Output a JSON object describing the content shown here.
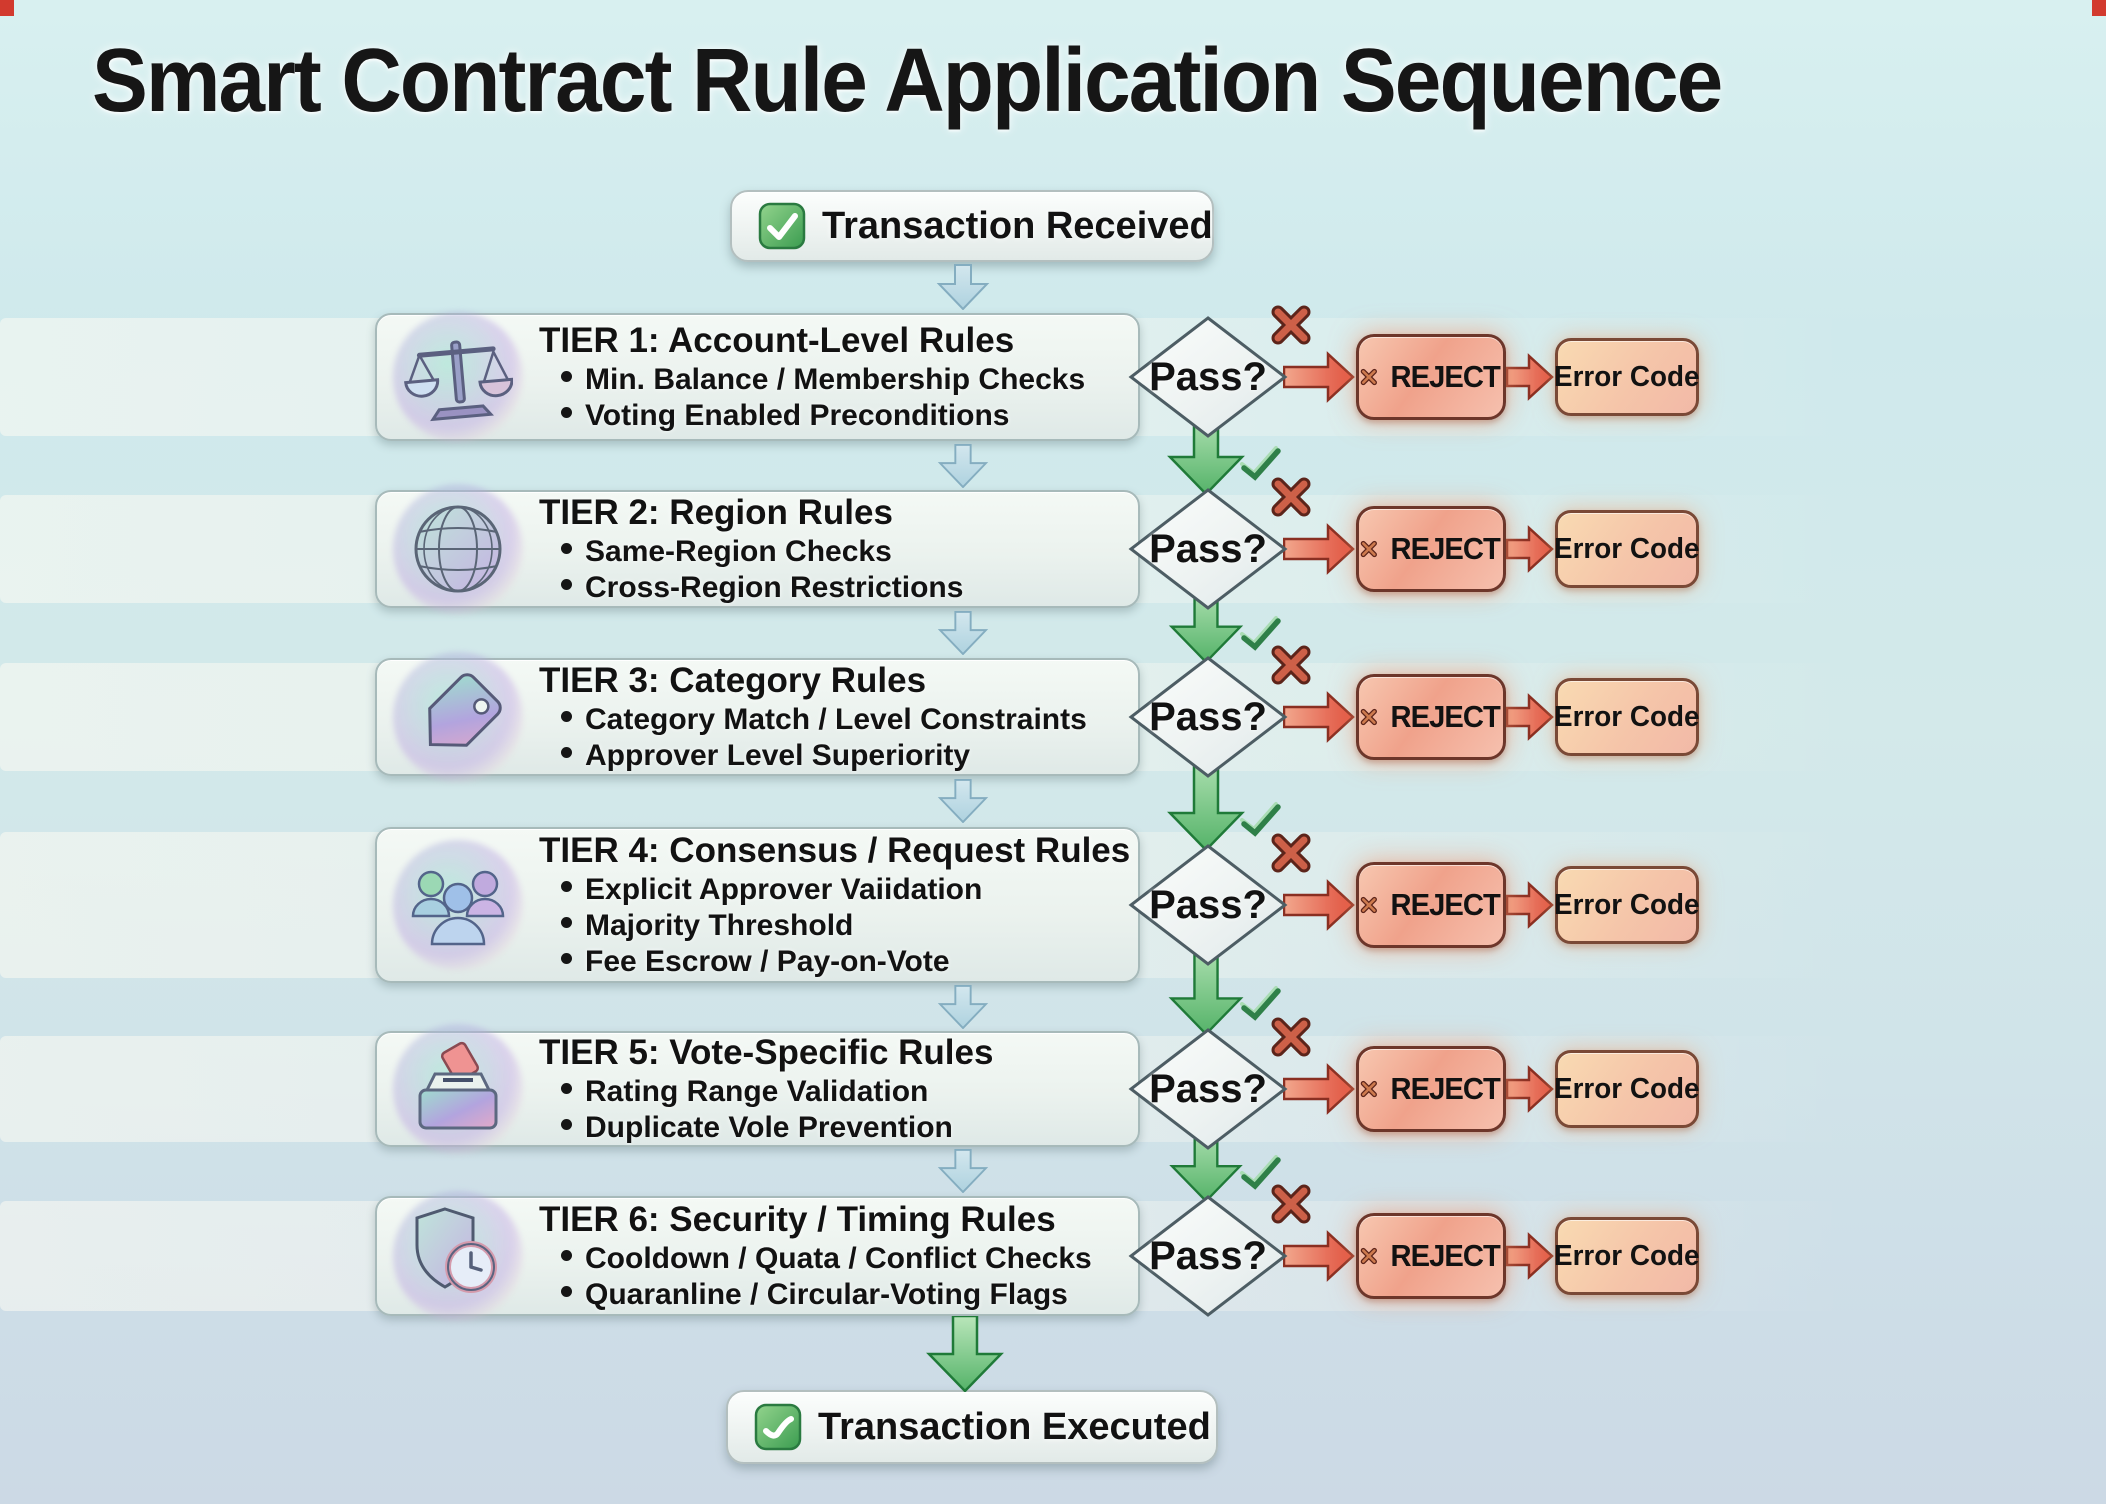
{
  "title": "Smart Contract Rule Application Sequence",
  "start": {
    "label": "Transaction Received"
  },
  "end": {
    "label": "Transaction Executed"
  },
  "labels": {
    "pass": "Pass?",
    "reject": "REJECT",
    "error": "Error Code"
  },
  "tiers": [
    {
      "icon": "scales-icon",
      "title": "TIER 1: Account-Level Rules",
      "bullets": [
        "Min. Balance / Membership Checks",
        "Voting Enabled Preconditions"
      ]
    },
    {
      "icon": "globe-icon",
      "title": "TIER 2: Region Rules",
      "bullets": [
        "Same-Region Checks",
        "Cross-Region Restrictions"
      ]
    },
    {
      "icon": "tag-icon",
      "title": "TIER 3: Category Rules",
      "bullets": [
        "Category Match / Level Constraints",
        "Approver Level Superiority"
      ]
    },
    {
      "icon": "people-icon",
      "title": "TIER 4: Consensus / Request Rules",
      "bullets": [
        "Explicit Approver Vaiidation",
        "Majority Threshold",
        "Fee Escrow / Pay-on-Vote"
      ]
    },
    {
      "icon": "ballot-box-icon",
      "title": "TIER 5: Vote-Specific Rules",
      "bullets": [
        "Rating Range Validation",
        "Duplicate Vole Prevention"
      ]
    },
    {
      "icon": "shield-clock-icon",
      "title": "TIER 6: Security / Timing Rules",
      "bullets": [
        "Cooldown / Quata / Conflict Checks",
        "Quaranline / Circular-Voting Flags"
      ]
    }
  ],
  "colors": {
    "background": "#cfe8ea",
    "panel_fill": "#eef4f0",
    "accent_green": "#57b86b",
    "accent_blue": "#bedbe8",
    "accent_red": "#e05243",
    "reject_fill": "#f0a28b",
    "error_fill": "#f6cbaa"
  }
}
